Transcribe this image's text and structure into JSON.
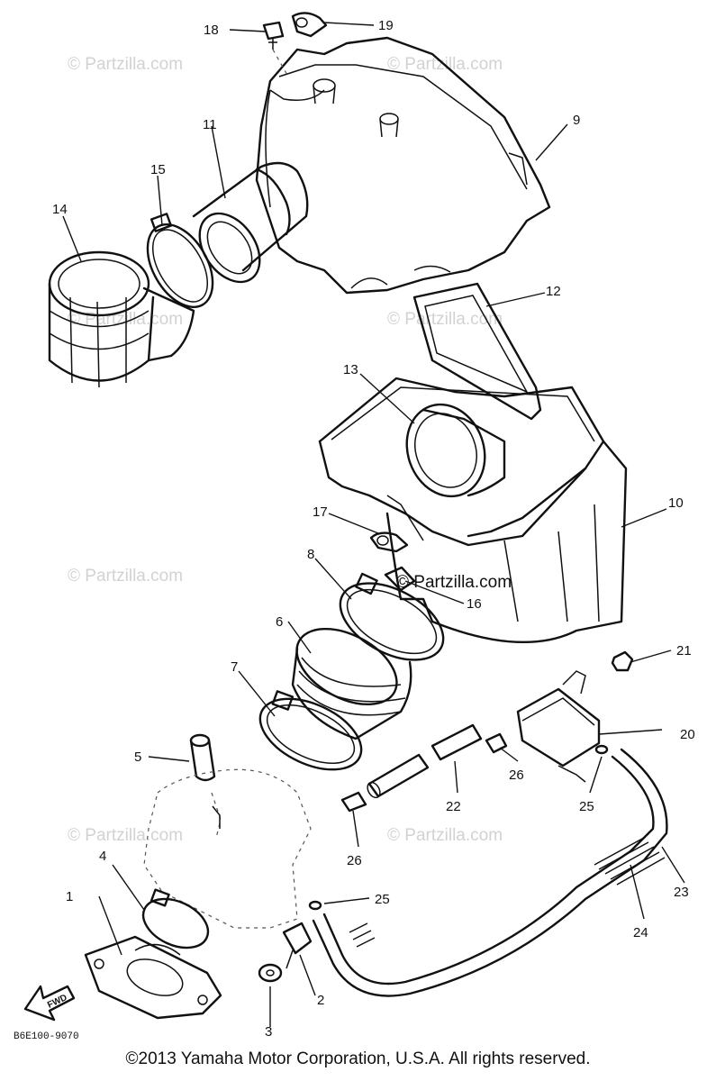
{
  "diagram": {
    "callouts": [
      "1",
      "2",
      "3",
      "4",
      "5",
      "6",
      "7",
      "8",
      "9",
      "10",
      "11",
      "12",
      "13",
      "14",
      "15",
      "16",
      "17",
      "18",
      "19",
      "20",
      "21",
      "22",
      "23",
      "24",
      "25",
      "25",
      "26",
      "26"
    ],
    "watermark": "© Partzilla.com",
    "center_watermark": "© Partzilla.com",
    "fwd_label": "FWD",
    "diagram_code": "B6E100-9070"
  },
  "footer": {
    "copyright": "©2013  Yamaha Motor Corporation, U.S.A. All rights reserved."
  }
}
